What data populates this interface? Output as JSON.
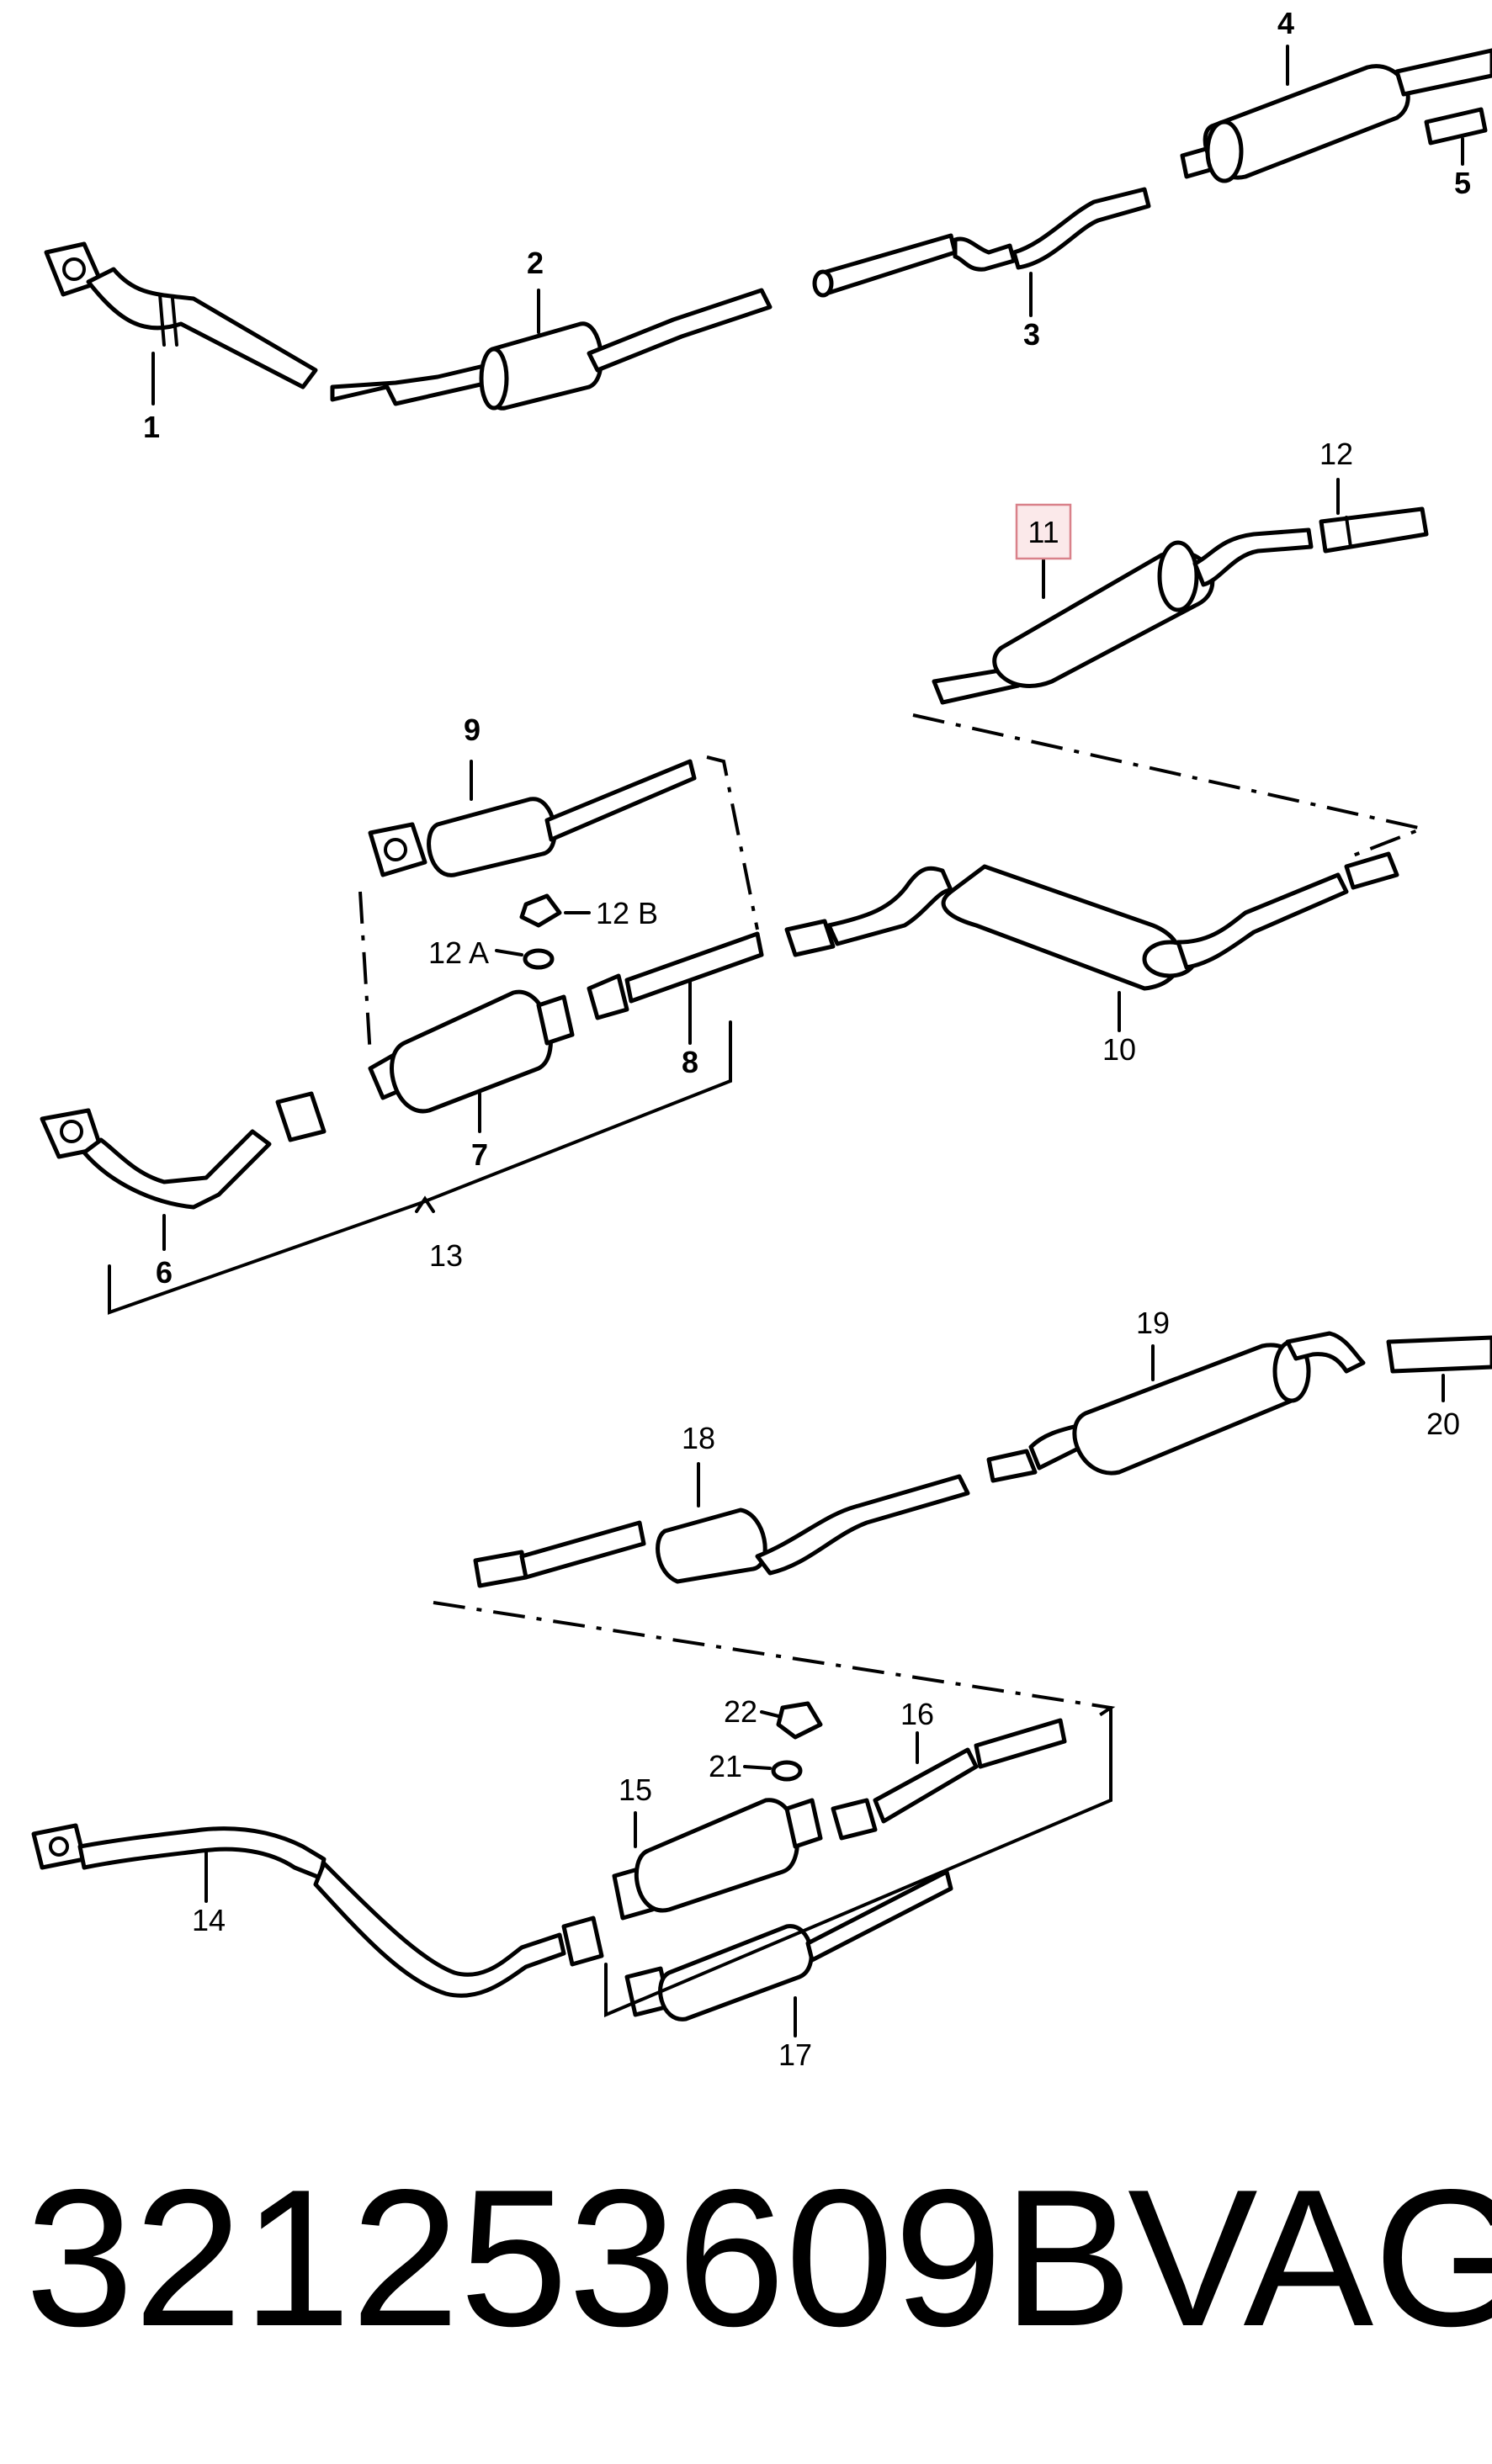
{
  "diagram": {
    "callouts": {
      "c1": "1",
      "c2": "2",
      "c3": "3",
      "c4": "4",
      "c5": "5",
      "c6": "6",
      "c7": "7",
      "c8": "8",
      "c9": "9",
      "c10": "10",
      "c11": "11",
      "c12": "12",
      "c12a": "12 A",
      "c12b": "12 B",
      "c13": "13",
      "c14": "14",
      "c15": "15",
      "c16": "16",
      "c17": "17",
      "c18": "18",
      "c19": "19",
      "c20": "20",
      "c21": "21",
      "c22": "22"
    },
    "highlighted_callout": "11",
    "highlight_color": "#d9818a"
  },
  "footer": {
    "part_number": "321253609B",
    "brand": "VAG"
  }
}
